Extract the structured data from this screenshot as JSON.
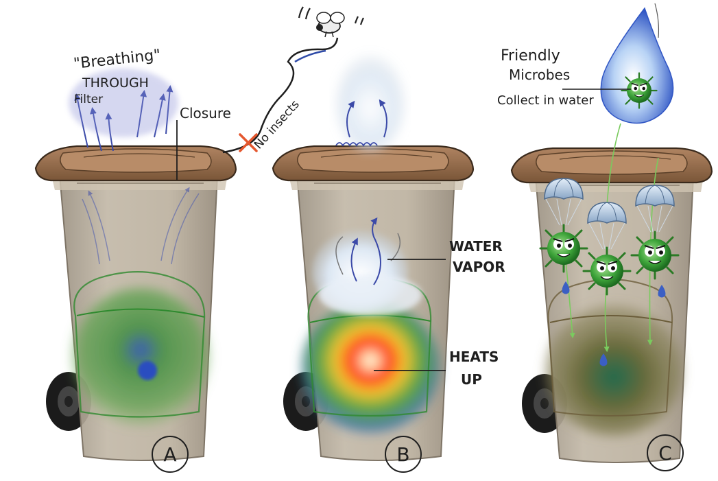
{
  "panels": [
    {
      "id": "A",
      "label": "A",
      "annotations": {
        "breathing": "\"Breathing\"",
        "through": "THROUGH",
        "filter": "Filter",
        "closure": "Closure",
        "no_insects": "No insects"
      }
    },
    {
      "id": "B",
      "label": "B",
      "annotations": {
        "water_vapor_line1": "WATER",
        "water_vapor_line2": "VAPOR",
        "heats_up_line1": "HEATS",
        "heats_up_line2": "UP"
      }
    },
    {
      "id": "C",
      "label": "C",
      "annotations": {
        "friendly": "Friendly",
        "microbes": "Microbes",
        "collect": "Collect in water"
      }
    }
  ],
  "colors": {
    "bin_body": "#b7ab9a",
    "bin_lid": "#9a6f4c",
    "wheel": "#1f1f1f",
    "arrow_blue": "#3b4aa8",
    "waste_green": "#3b8a3a",
    "waste_blue": "#2e5fb0",
    "heat_core": "#ff3b1f",
    "heat_yellow": "#f3d23a",
    "microbe_green": "#3ea43a",
    "drop_blue": "#8db4ea",
    "red_x": "#e4572e",
    "parachute": "#aac4de"
  },
  "icons": [
    "fly-icon",
    "water-drop-icon",
    "microbe-icon",
    "parachute-icon",
    "wheel-icon"
  ]
}
